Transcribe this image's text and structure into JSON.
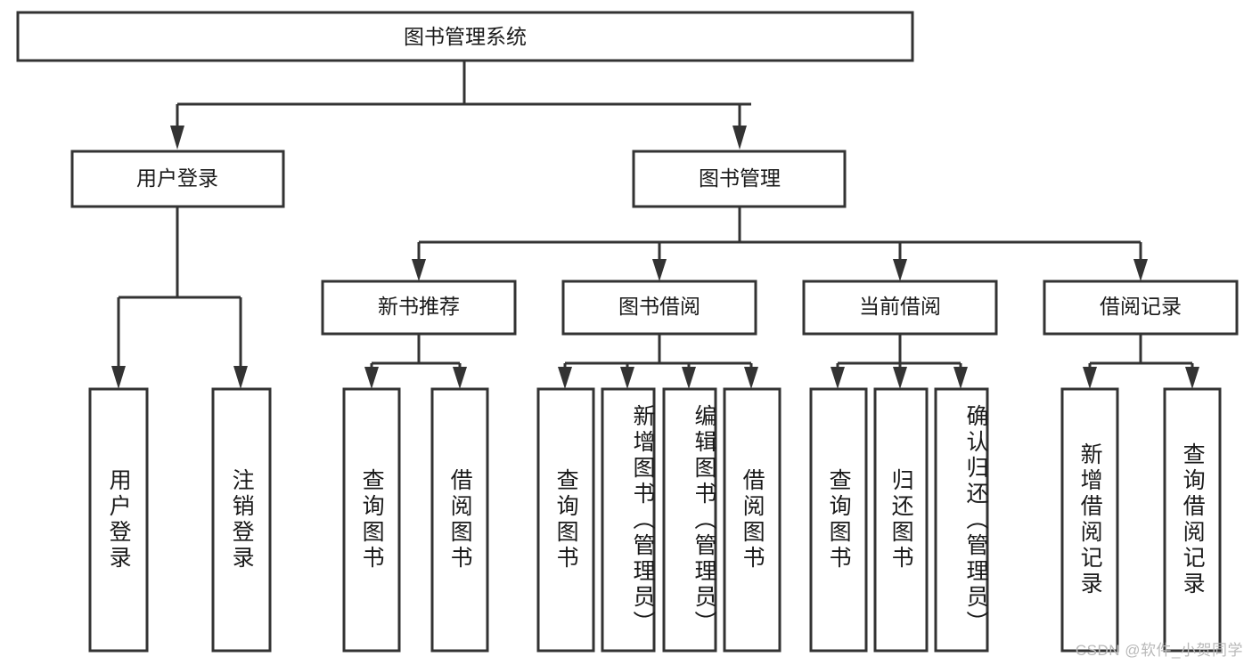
{
  "diagram": {
    "type": "tree-hierarchy",
    "title": "图书管理系统",
    "orientation": "top-down",
    "colors": {
      "box_stroke": "#333333",
      "box_fill": "#ffffff",
      "text": "#1a1a1a",
      "background": "#ffffff",
      "watermark": "#b9b9b9"
    },
    "levels": {
      "root": {
        "label": "图书管理系统"
      },
      "level2": [
        {
          "id": "user-login",
          "label": "用户登录"
        },
        {
          "id": "book-manage",
          "label": "图书管理"
        }
      ],
      "level3": [
        {
          "id": "new-book-recommend",
          "label": "新书推荐",
          "parent": "book-manage"
        },
        {
          "id": "book-borrow",
          "label": "图书借阅",
          "parent": "book-manage"
        },
        {
          "id": "current-borrow",
          "label": "当前借阅",
          "parent": "book-manage"
        },
        {
          "id": "borrow-record",
          "label": "借阅记录",
          "parent": "book-manage"
        }
      ],
      "leaves": [
        {
          "id": "leaf-user-login",
          "label": "用户登录",
          "parent": "user-login"
        },
        {
          "id": "leaf-logout",
          "label": "注销登录",
          "parent": "user-login"
        },
        {
          "id": "leaf-query-book-1",
          "label": "查询图书",
          "parent": "new-book-recommend"
        },
        {
          "id": "leaf-borrow-book-1",
          "label": "借阅图书",
          "parent": "new-book-recommend"
        },
        {
          "id": "leaf-query-book-2",
          "label": "查询图书",
          "parent": "book-borrow"
        },
        {
          "id": "leaf-add-book",
          "label": "新增图书（管理员）",
          "parent": "book-borrow"
        },
        {
          "id": "leaf-edit-book",
          "label": "编辑图书（管理员）",
          "parent": "book-borrow"
        },
        {
          "id": "leaf-borrow-book-2",
          "label": "借阅图书",
          "parent": "book-borrow"
        },
        {
          "id": "leaf-query-book-3",
          "label": "查询图书",
          "parent": "current-borrow"
        },
        {
          "id": "leaf-return-book",
          "label": "归还图书",
          "parent": "current-borrow"
        },
        {
          "id": "leaf-confirm-return",
          "label": "确认归还（管理员）",
          "parent": "current-borrow"
        },
        {
          "id": "leaf-add-record",
          "label": "新增借阅记录",
          "parent": "borrow-record"
        },
        {
          "id": "leaf-query-record",
          "label": "查询借阅记录",
          "parent": "borrow-record"
        }
      ]
    }
  },
  "watermark": {
    "text": "CSDN @软件_小贺同学"
  }
}
